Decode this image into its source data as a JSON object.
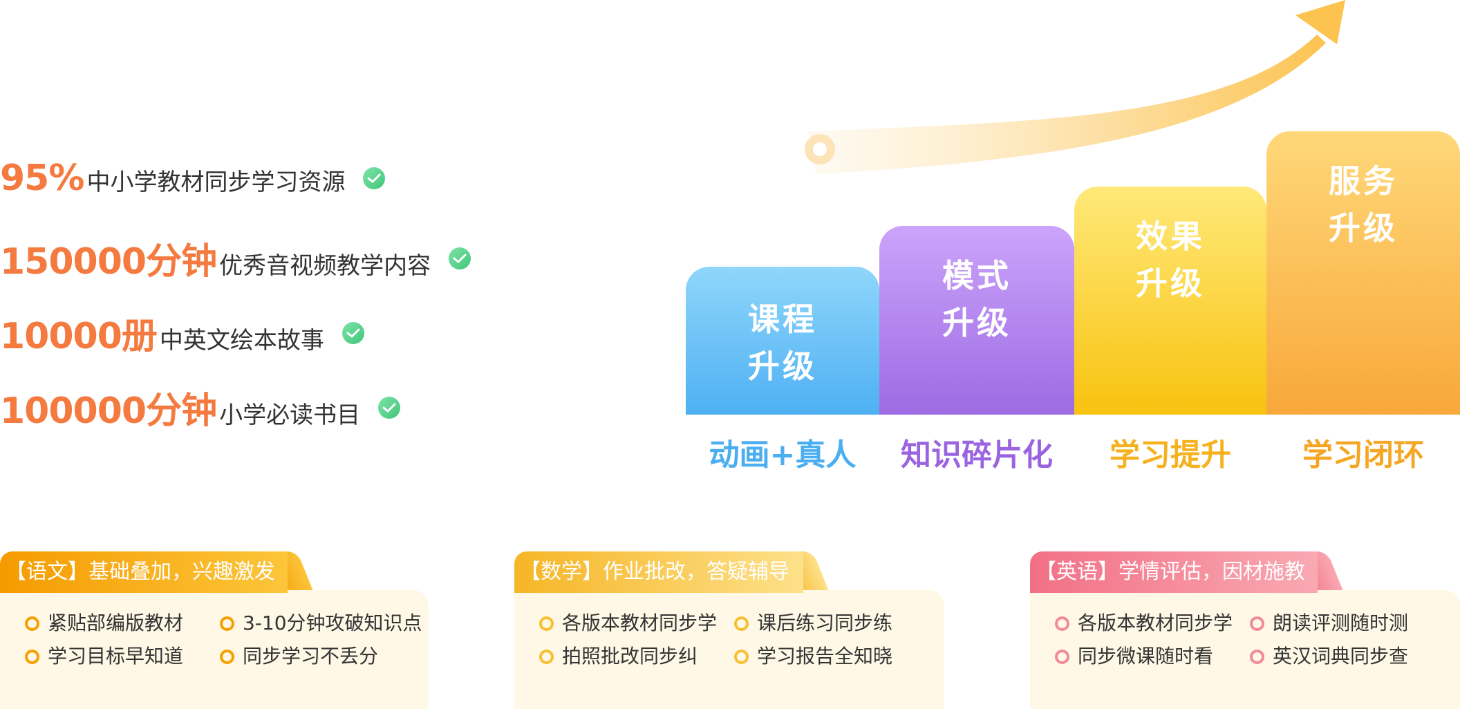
{
  "stats": [
    {
      "number": "95%",
      "desc": "中小学教材同步学习资源"
    },
    {
      "number": "150000分钟",
      "desc": "优秀音视频教学内容"
    },
    {
      "number": "10000册",
      "desc": "中英文绘本故事"
    },
    {
      "number": "100000分钟",
      "desc": "小学必读书目"
    }
  ],
  "steps": [
    {
      "line1": "课程",
      "line2": "升级",
      "label": "动画+真人",
      "label_color": "#4aaef0"
    },
    {
      "line1": "模式",
      "line2": "升级",
      "label": "知识碎片化",
      "label_color": "#9a64e0"
    },
    {
      "line1": "效果",
      "line2": "升级",
      "label": "学习提升",
      "label_color": "#f5b21e"
    },
    {
      "line1": "服务",
      "line2": "升级",
      "label": "学习闭环",
      "label_color": "#f5a623"
    }
  ],
  "cards": [
    {
      "title": "【语文】基础叠加，兴趣激发",
      "items": [
        "紧贴部编版教材",
        "3-10分钟攻破知识点",
        "学习目标早知道",
        "同步学习不丢分"
      ]
    },
    {
      "title": "【数学】作业批改，答疑辅导",
      "items": [
        "各版本教材同步学",
        "课后练习同步练",
        "拍照批改同步纠",
        "学习报告全知晓"
      ]
    },
    {
      "title": "【英语】学情评估，因材施教",
      "items": [
        "各版本教材同步学",
        "朗读评测随时测",
        "同步微课随时看",
        "英汉词典同步查"
      ]
    }
  ],
  "colors": {
    "stat_number": "#f47a40",
    "check": "#3fc67a",
    "card_chinese": "#f5a000",
    "card_math": "#f7c34a",
    "card_english": "#f27a8c"
  },
  "icons": {
    "stat_check": "check-circle-icon",
    "bullet": "ring-bullet-icon",
    "growth_arrow": "arrow-up-right-icon"
  }
}
